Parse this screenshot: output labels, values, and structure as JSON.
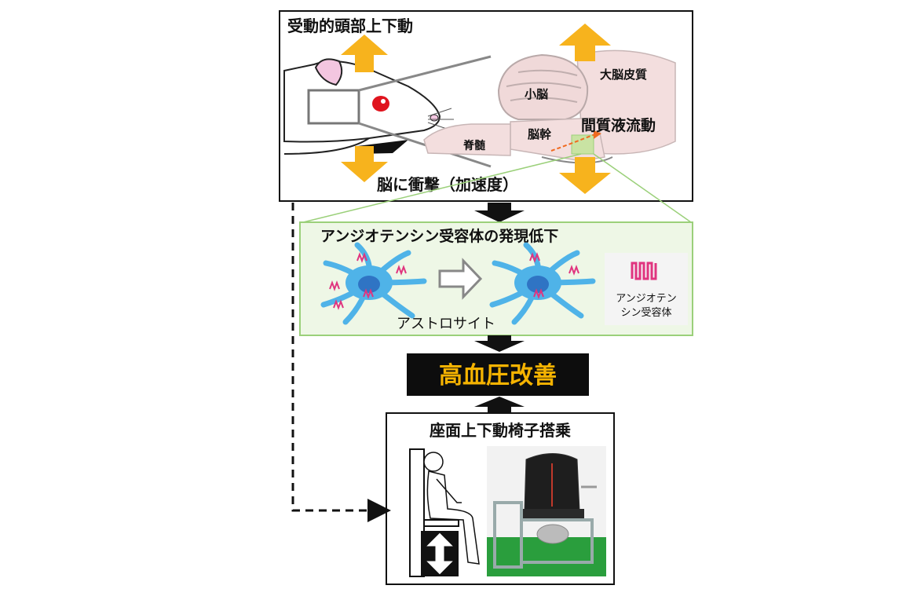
{
  "top_panel": {
    "title": "受動的頭部上下動",
    "impact": "脳に衝撃（加速度）",
    "brain_labels": {
      "cerebral_cortex": "大脳皮質",
      "cerebellum": "小脳",
      "brainstem": "脳幹",
      "spinal_cord": "脊髄",
      "interstitial_flow": "間質液流動"
    }
  },
  "middle_panel": {
    "title": "アンジオテンシン受容体の発現低下",
    "cell_label": "アストロサイト",
    "legend_line1": "アンジオテン",
    "legend_line2": "シン受容体",
    "legend_icon": "receptor-icon"
  },
  "result": {
    "label": "高血圧改善",
    "text_color": "#f5b301",
    "bg_color": "#0d0d0d"
  },
  "bottom_panel": {
    "title": "座面上下動椅子搭乗"
  },
  "colors": {
    "arrow_orange": "#f7b31d",
    "brain_fill": "#f3dede",
    "astrocyte": "#4fb3e8",
    "receptor": "#e0357f",
    "middle_panel_bg": "#eef7e6",
    "middle_panel_border": "#9bd07a",
    "chair_photo_bg": "#2a9e3d"
  }
}
